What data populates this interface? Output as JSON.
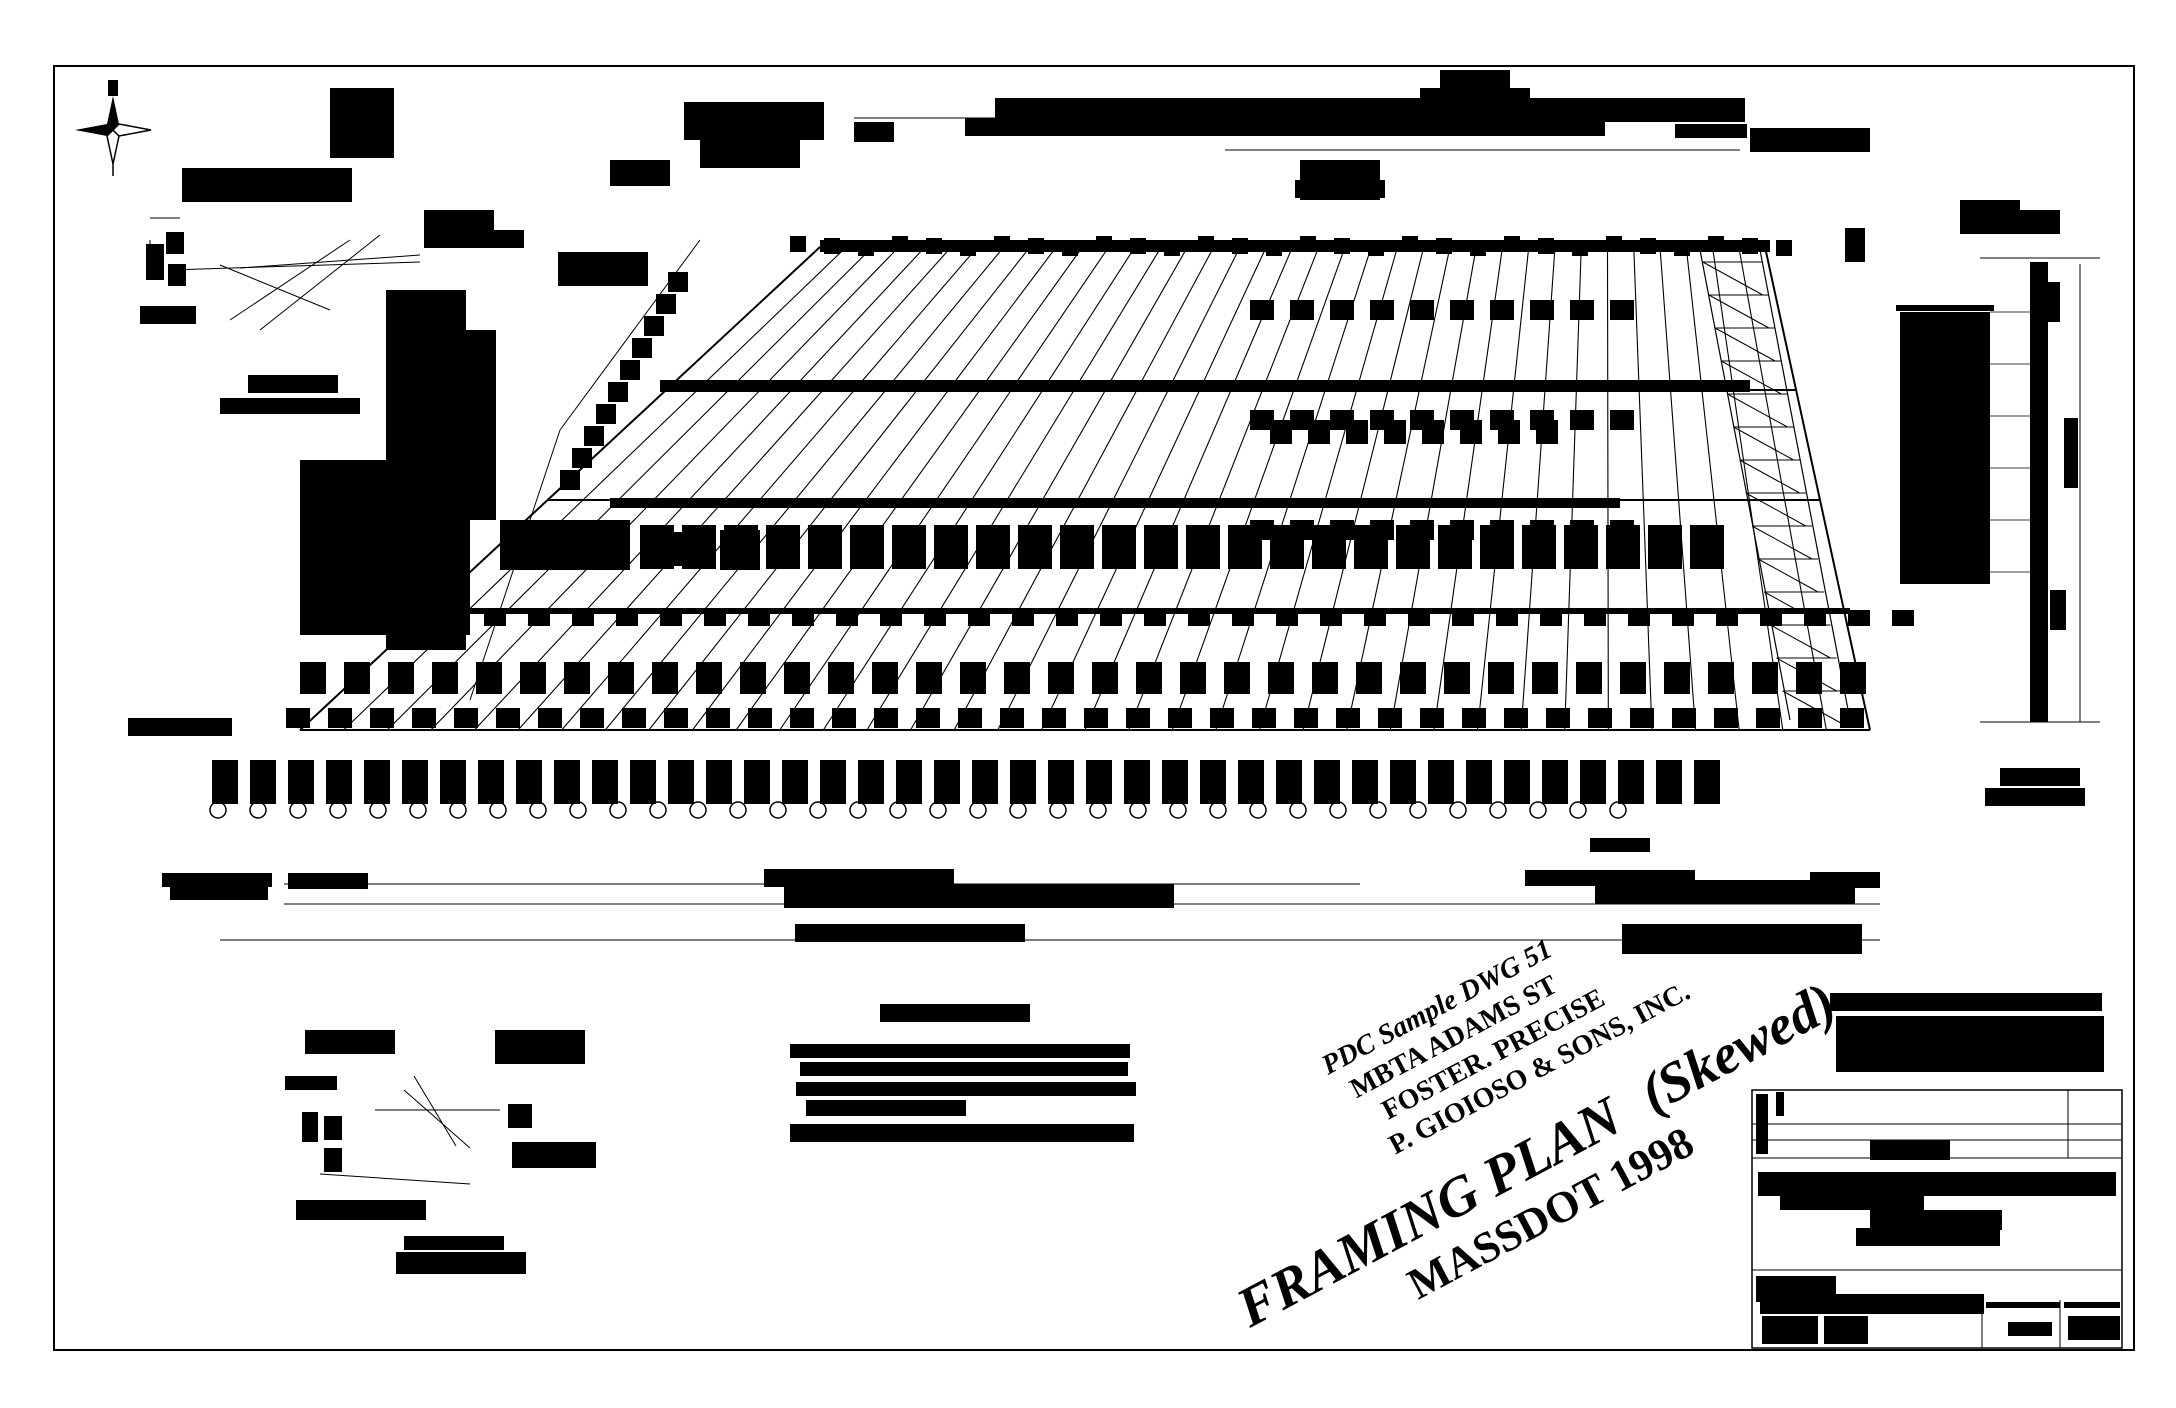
{
  "sheet": {
    "note_lines": [
      "PDC Sample DWG 51",
      "MBTA ADAMS ST",
      "FOSTER. PRECISE",
      "P. GIOIOSO & SONS, INC."
    ],
    "title": "FRAMING PLAN",
    "title_suffix": "(Skewed)",
    "subtitle": "MASSDOT 1998"
  },
  "colors": {
    "ink": "#000000",
    "paper": "#ffffff"
  },
  "icons": {
    "north_arrow": "compass-rose-icon"
  }
}
